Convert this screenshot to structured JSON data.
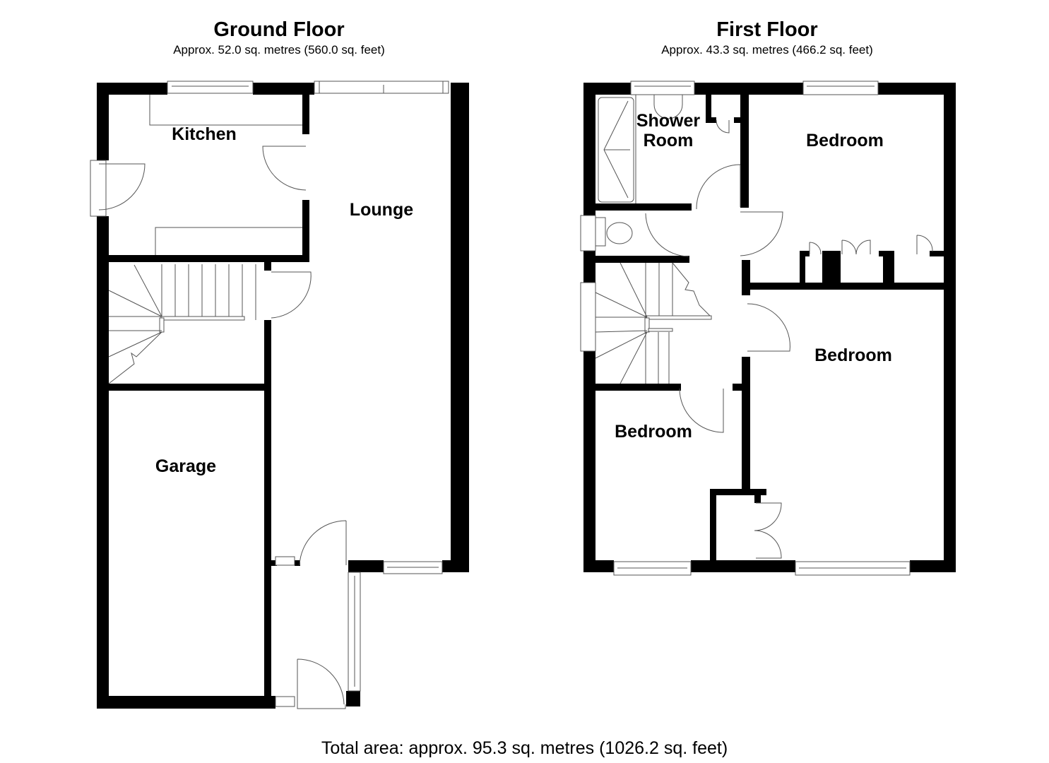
{
  "ground_floor": {
    "title": "Ground Floor",
    "area": "Approx. 52.0 sq. metres (560.0 sq. feet)",
    "rooms": {
      "kitchen": "Kitchen",
      "lounge": "Lounge",
      "garage": "Garage"
    }
  },
  "first_floor": {
    "title": "First Floor",
    "area": "Approx. 43.3 sq. metres (466.2 sq. feet)",
    "rooms": {
      "shower_room_line1": "Shower",
      "shower_room_line2": "Room",
      "bedroom_1": "Bedroom",
      "bedroom_2": "Bedroom",
      "bedroom_3": "Bedroom"
    }
  },
  "total_area": "Total area: approx. 95.3 sq. metres (1026.2 sq. feet)",
  "colors": {
    "wall": "#000000",
    "fixture_line": "#555555",
    "background": "#ffffff"
  }
}
